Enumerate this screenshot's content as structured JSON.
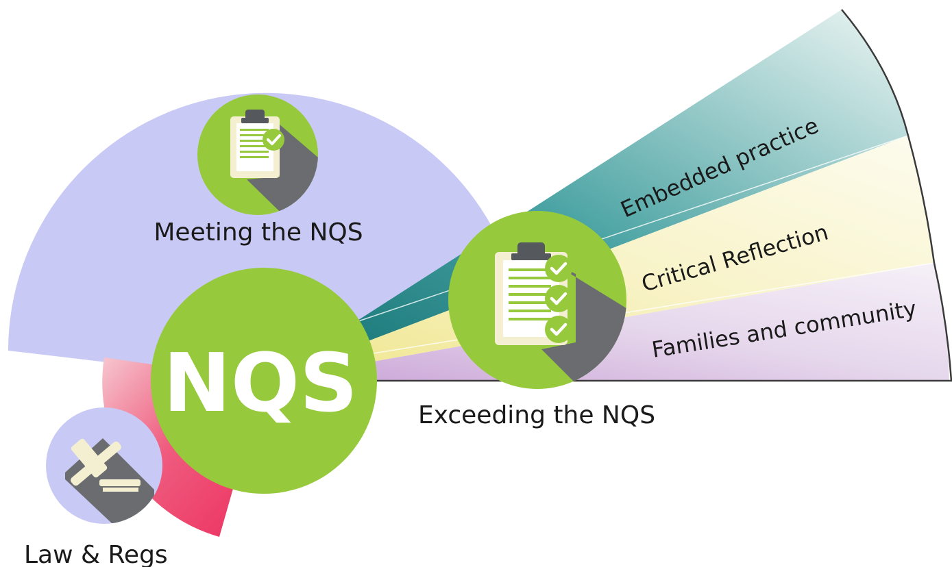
{
  "center": {
    "label": "NQS"
  },
  "meeting": {
    "label": "Meeting the NQS"
  },
  "exceeding": {
    "label": "Exceeding the NQS",
    "themes": [
      {
        "label": "Embedded practice"
      },
      {
        "label": "Critical Reflection"
      },
      {
        "label": "Families and community"
      }
    ]
  },
  "law": {
    "label": "Law & Regs"
  },
  "colors": {
    "meeting_sector": "#c9c9f6",
    "law_sector": "#ef3e6a",
    "green_circle": "#97c93c",
    "icon_shadow": "#6a6c70",
    "embedded_band": "#2a8a8c",
    "reflection_band": "#f4f0b0",
    "families_band": "#d7bfe2"
  },
  "icons": [
    "clipboard-check-icon",
    "clipboard-triple-check-icon",
    "gavel-icon"
  ]
}
